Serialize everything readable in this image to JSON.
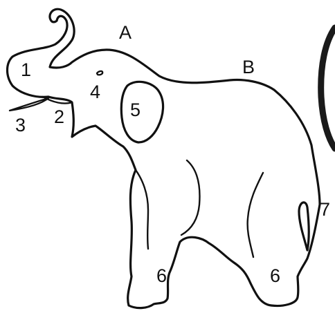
{
  "diagram": {
    "subject": "elephant outline",
    "labels": {
      "trunk_1": "1",
      "mouth_2": "2",
      "tusk_3": "3",
      "eye_4": "4",
      "ear_5": "5",
      "front_leg_6": "6",
      "hind_leg_6": "6",
      "tail_7": "7",
      "head_A": "A",
      "back_B": "B"
    },
    "colors": {
      "line": "#111111",
      "background": "#ffffff"
    }
  }
}
